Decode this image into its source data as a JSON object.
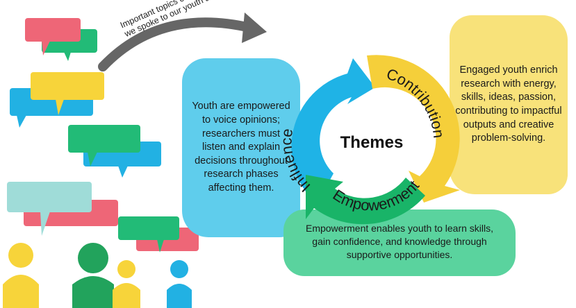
{
  "themes_title": "Themes",
  "arrow_note": "Important topics came up when we spoke to our youth advisors",
  "segments": {
    "influence": {
      "label": "Influence",
      "color": "#1fb3e6"
    },
    "contribution": {
      "label": "Contribution",
      "color": "#f5cf3a"
    },
    "empowerment": {
      "label": "Empowerment",
      "color": "#19b468"
    }
  },
  "descriptions": {
    "influence": "Youth are empowered to voice opinions; researchers must listen and explain decisions throughout research phases affecting them.",
    "contribution": "Engaged youth enrich research with energy, skills, ideas, passion, contributing to impactful outputs and creative problem-solving.",
    "empowerment": "Empowerment enables youth to learn skills, gain confidence, and knowledge through supportive opportunities."
  },
  "colors": {
    "red_bubble": "#ee6677",
    "green_bubble": "#22bb77",
    "yellow_bubble": "#f7d43a",
    "blue_bubble": "#22b1e3",
    "teal_bubble": "#9fdcd8",
    "arrow": "#666666"
  },
  "icons": [
    "speech-bubble-icon",
    "person-icon",
    "curved-arrow-icon"
  ]
}
